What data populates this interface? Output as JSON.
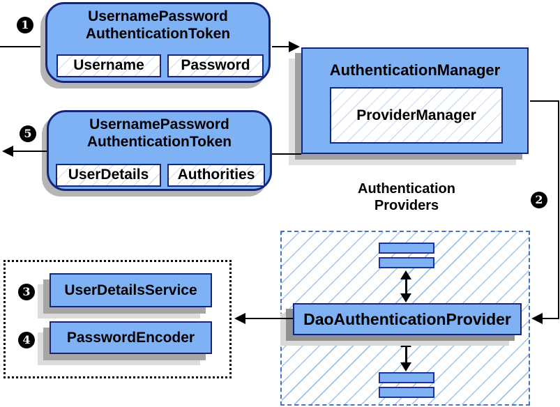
{
  "steps": [
    "1",
    "2",
    "3",
    "4",
    "5"
  ],
  "request_token": {
    "title": [
      "UsernamePassword",
      "AuthenticationToken"
    ],
    "fields": [
      "Username",
      "Password"
    ]
  },
  "response_token": {
    "title": [
      "UsernamePassword",
      "AuthenticationToken"
    ],
    "fields": [
      "UserDetails",
      "Authorities"
    ]
  },
  "authentication_manager": {
    "title": "AuthenticationManager",
    "provider_manager": "ProviderManager"
  },
  "providers_group": {
    "label": [
      "Authentication",
      "Providers"
    ],
    "dao_provider": "DaoAuthenticationProvider"
  },
  "services_group": {
    "items": [
      "UserDetailsService",
      "PasswordEncoder"
    ]
  },
  "colors": {
    "box_fill": "#7eb2f4",
    "box_border": "#16247e",
    "hatch_line": "#9dc3e6",
    "dashed_border": "#4472c4",
    "shadow_dark": "#a0a0a0",
    "shadow_light": "#e0e0e0",
    "arrow": "#000000"
  }
}
